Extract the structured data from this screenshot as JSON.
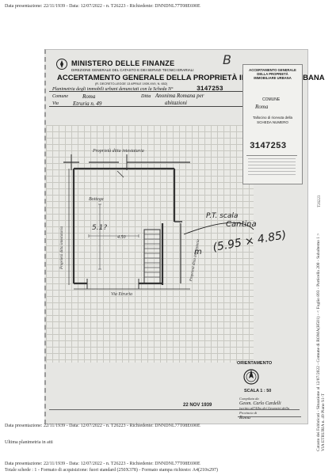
{
  "header_meta": "Data presentazione: 22/11/1939 - Data: 12/07/2022 - n. T26223 - Richiedente: DNNDNL77T08E690E",
  "footer_meta": {
    "presentation": "Data presentazione: 22/11/1939 - Data: 12/07/2022 - n. T26223 - Richiedente: DNNDNL77T08E690E",
    "totals": "Totale schede : 1 - Formato di acquisizione: fuori standard (250X378) - Formato stampa richiesto: A4(210x297)",
    "last_page": "Ultima planimetria in atti"
  },
  "side": {
    "catasto": "Catasto dei Fabbricati - Situazione al 12/07/2022 - Comune di ROMA(H501) - < Foglio 893 - Particella 200 - Subalterno 1 >",
    "address": "VIA ETRURIA n. 49 Piano S1-T",
    "id": "T26223"
  },
  "form": {
    "mark": "B",
    "ministry": "MINISTERO DELLE FINANZE",
    "ministry_sub": "DIREZIONE GENERALE DEL CATASTO E DEI SERVIZI TECNICI ERARIALI",
    "title": "ACCERTAMENTO GENERALE DELLA PROPRIETÀ IMMOBILIARE URBANA",
    "title_sub": "(R. DECRETO-LEGGE 13 APRILE 1939-XVII, N. 652)",
    "planimetria": "Planimetria degli immobili urbani denunciati con la Scheda N°",
    "scheda_number": "3147253",
    "comune_label": "Comune",
    "comune_value": "Roma",
    "ditta_label": "Ditta",
    "ditta_value": "Anonima Romana per",
    "ditta_value_2": "abitazioni",
    "via_label": "Via",
    "via_value": "Etruria n. 49"
  },
  "stamp": {
    "office": "ACCERTAMENTO GENERALE DELLA PROPRIETÀ IMMOBILIARE URBANA",
    "comune_label": "COMUNE",
    "comune_value": "Roma",
    "tallone": "Tallocino di ricevuta della SCHEDA NUMERO",
    "number": "3147253"
  },
  "plan": {
    "proprieta_top": "Proprietà ditta intestataria",
    "bottega": "Bottega",
    "width": "4.50",
    "height": "5.1?",
    "proprieta_left": "Proprietà ditta intestataria",
    "proprieta_right": "Proprietà ditta intestataria",
    "street": "Via Etruria",
    "pt_label": "P.T. scala",
    "cantina": "Cantina",
    "mq": "m",
    "dims": "(5.95 × 4.85)"
  },
  "footer_block": {
    "orientamento": "ORIENTAMENTO",
    "scala": "SCALA 1 : 50",
    "compilata": "Compilata da",
    "compilata_name": "Geom. Carlo Cardelli",
    "iscritto": "iscritto all'Albo dei Geometri della Provincia di",
    "provincia": "Roma",
    "data_stamp": "22 NOV 1939"
  }
}
